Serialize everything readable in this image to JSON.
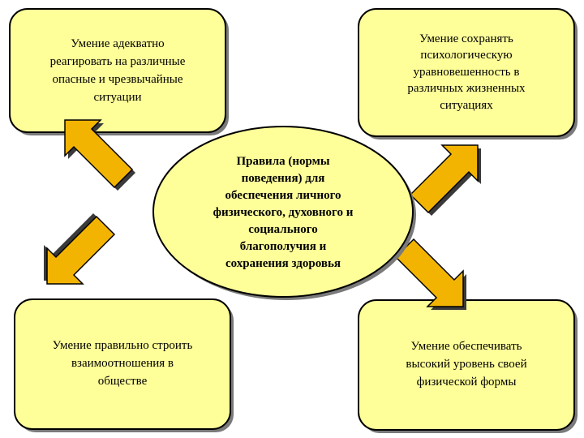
{
  "colors": {
    "box_fill": "#ffff99",
    "box_stroke": "#000000",
    "arrow_fill": "#f2b400",
    "arrow_stroke": "#000000",
    "shadow": "#7a7a7a",
    "background": "#ffffff"
  },
  "boxes": {
    "top_left": {
      "text": "Умение  адекватно\nреагировать на различные\nопасные и чрезвычайные\nситуации"
    },
    "top_right": {
      "text": "Умение  сохранять\nпсихологическую\nуравновешенность            в\nразличных жизненных\nситуациях"
    },
    "bottom_left": {
      "text": "Умение  правильно строить\nвзаимоотношения в\nобществе"
    },
    "bottom_right": {
      "text": "Умение  обеспечивать\nвысокий уровень своей\nфизической формы"
    }
  },
  "center": {
    "text": "Правила  (нормы\nповедения) для\nобеспечения личного\nфизического, духовного и\nсоциального\nблагополучия и\nсохранения здоровья"
  },
  "arrows": [
    {
      "id": "top-left",
      "icon": "arrow-up-left"
    },
    {
      "id": "bottom-left",
      "icon": "arrow-down-left"
    },
    {
      "id": "top-right",
      "icon": "arrow-up-right"
    },
    {
      "id": "bottom-right",
      "icon": "arrow-down-right"
    }
  ]
}
